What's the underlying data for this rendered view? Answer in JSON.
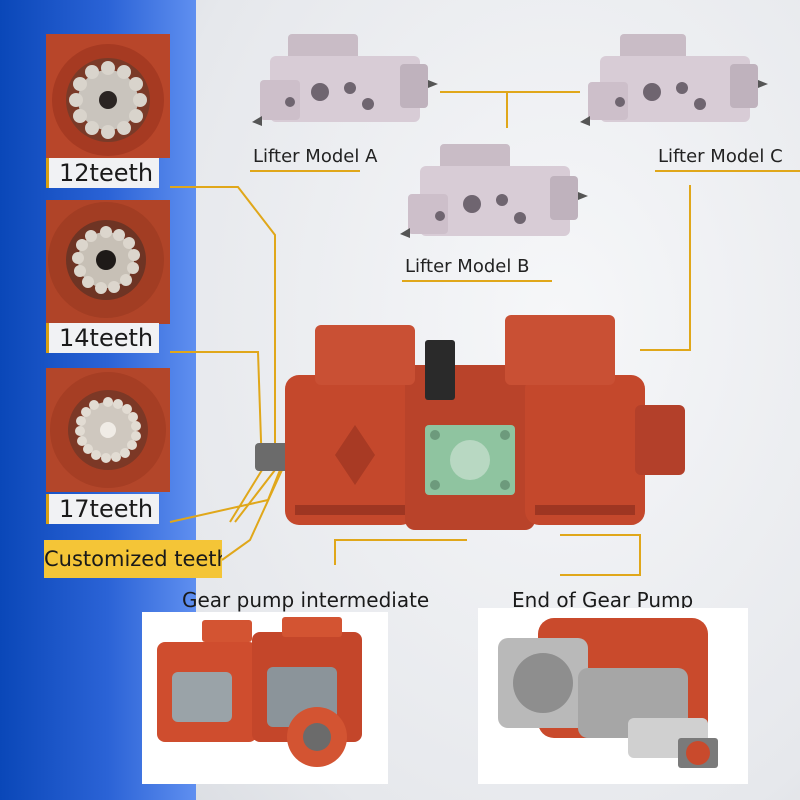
{
  "gear_labels": {
    "g12": "12teeth",
    "g14": "14teeth",
    "g17": "17teeth",
    "custom": "Customized teeth"
  },
  "lifter_models": {
    "a": "Lifter Model A",
    "b": "Lifter Model B",
    "c": "Lifter Model C"
  },
  "captions": {
    "intermediate": "Gear pump intermediate",
    "end": "End of Gear Pump"
  },
  "colors": {
    "blue_band": "#1f5ad0",
    "accent_gold": "#e0a71a",
    "label_fill": "#f4c537",
    "pump_red": "#c4482c",
    "valve_gray": "#d8cfd6",
    "flange_green": "#8fc4a0"
  }
}
